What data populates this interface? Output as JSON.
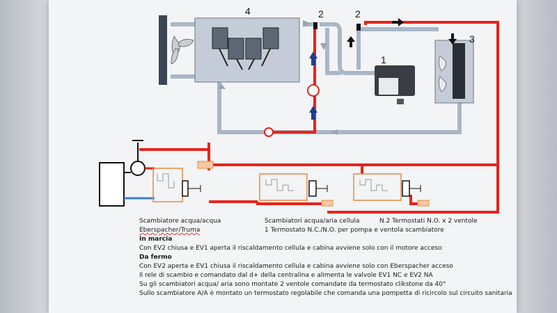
{
  "labels": {
    "n1": "1",
    "n2a": "2",
    "n2b": "2",
    "n3": "3",
    "n4": "4"
  },
  "captions": {
    "col1_line1": "Scambiatore   acqua/acqua",
    "col1_line2": "Eberspacher/Truma",
    "col2_line1": "Scambiatori  acqua/aria  cellula",
    "col2_line2": "1 Termostato  N.C./N.O. per pompa  e ventola  scambiatore",
    "col3_line1": "N.2 Termostati  N.O. x 2  ventole"
  },
  "notes": {
    "h1": "In marcia",
    "l1": "Con EV2 chiusa e EV1 aperta il riscaldamento cellula e cabina avviene solo con il motore acceso",
    "h2": "Da fermo",
    "l2": "Con EV2 aperta e EV1 chiusa il riscaldamento cellula e cabina avviene solo con Eberspacher acceso",
    "l3": "Il rele di scambio e comandato dal d+ della centralina e alimenta  le valvole  EV1 NC e EV2 NA",
    "l4": "Su gli scambiatori acqua/ aria sono montate 2 ventole comandate da termostato clikstone da 40°",
    "l5": "Sullo  scambiatore A/A è montato un termostato regolabile che comanda  una pompetta di ricircolo  sul circuito sanitaria"
  },
  "colors": {
    "hot_pipe": "#e8231b",
    "cold_pipe": "#a9b7c9",
    "arrow_grey": "#9aa4b0",
    "arrow_blue": "#1d3f8f",
    "valve_body": "#f5c9a0",
    "valve_border": "#e88a3c"
  }
}
